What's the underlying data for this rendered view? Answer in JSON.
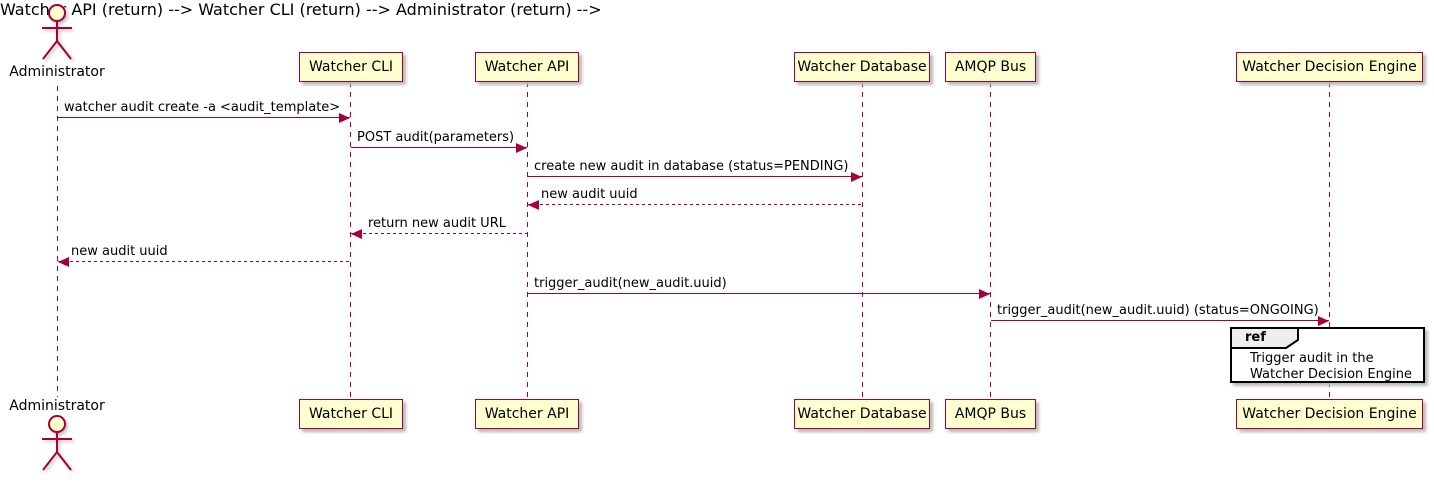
{
  "diagram": {
    "type": "plantuml-sequence",
    "actor": {
      "name": "Administrator"
    },
    "participants": [
      {
        "name": "Watcher CLI"
      },
      {
        "name": "Watcher API"
      },
      {
        "name": "Watcher Database"
      },
      {
        "name": "AMQP Bus"
      },
      {
        "name": "Watcher Decision Engine"
      }
    ],
    "messages": [
      {
        "from": "Administrator",
        "to": "Watcher CLI",
        "label": "watcher audit create -a <audit_template>",
        "style": "solid"
      },
      {
        "from": "Watcher CLI",
        "to": "Watcher API",
        "label": "POST audit(parameters)",
        "style": "solid"
      },
      {
        "from": "Watcher API",
        "to": "Watcher Database",
        "label": "create new audit in database (status=PENDING)",
        "style": "solid"
      },
      {
        "from": "Watcher Database",
        "to": "Watcher API",
        "label": "new audit uuid",
        "style": "dashed"
      },
      {
        "from": "Watcher API",
        "to": "Watcher CLI",
        "label": "return new audit URL",
        "style": "dashed"
      },
      {
        "from": "Watcher CLI",
        "to": "Administrator",
        "label": "new audit uuid",
        "style": "dashed"
      },
      {
        "from": "Watcher API",
        "to": "AMQP Bus",
        "label": "trigger_audit(new_audit.uuid)",
        "style": "solid"
      },
      {
        "from": "AMQP Bus",
        "to": "Watcher Decision Engine",
        "label": "trigger_audit(new_audit.uuid) (status=ONGOING)",
        "style": "solid"
      }
    ],
    "ref": {
      "keyword": "ref",
      "over": "Watcher Decision Engine",
      "lines": [
        "Trigger audit in the",
        "Watcher Decision Engine"
      ]
    },
    "colors": {
      "participant_fill": "#FEFECE",
      "participant_border": "#A80036",
      "lifeline": "#A80036",
      "arrow": "#A80036",
      "text": "#000000",
      "ref_border": "#000000",
      "ref_header_fill": "#EEEEEE",
      "background": "#FFFFFF"
    }
  }
}
